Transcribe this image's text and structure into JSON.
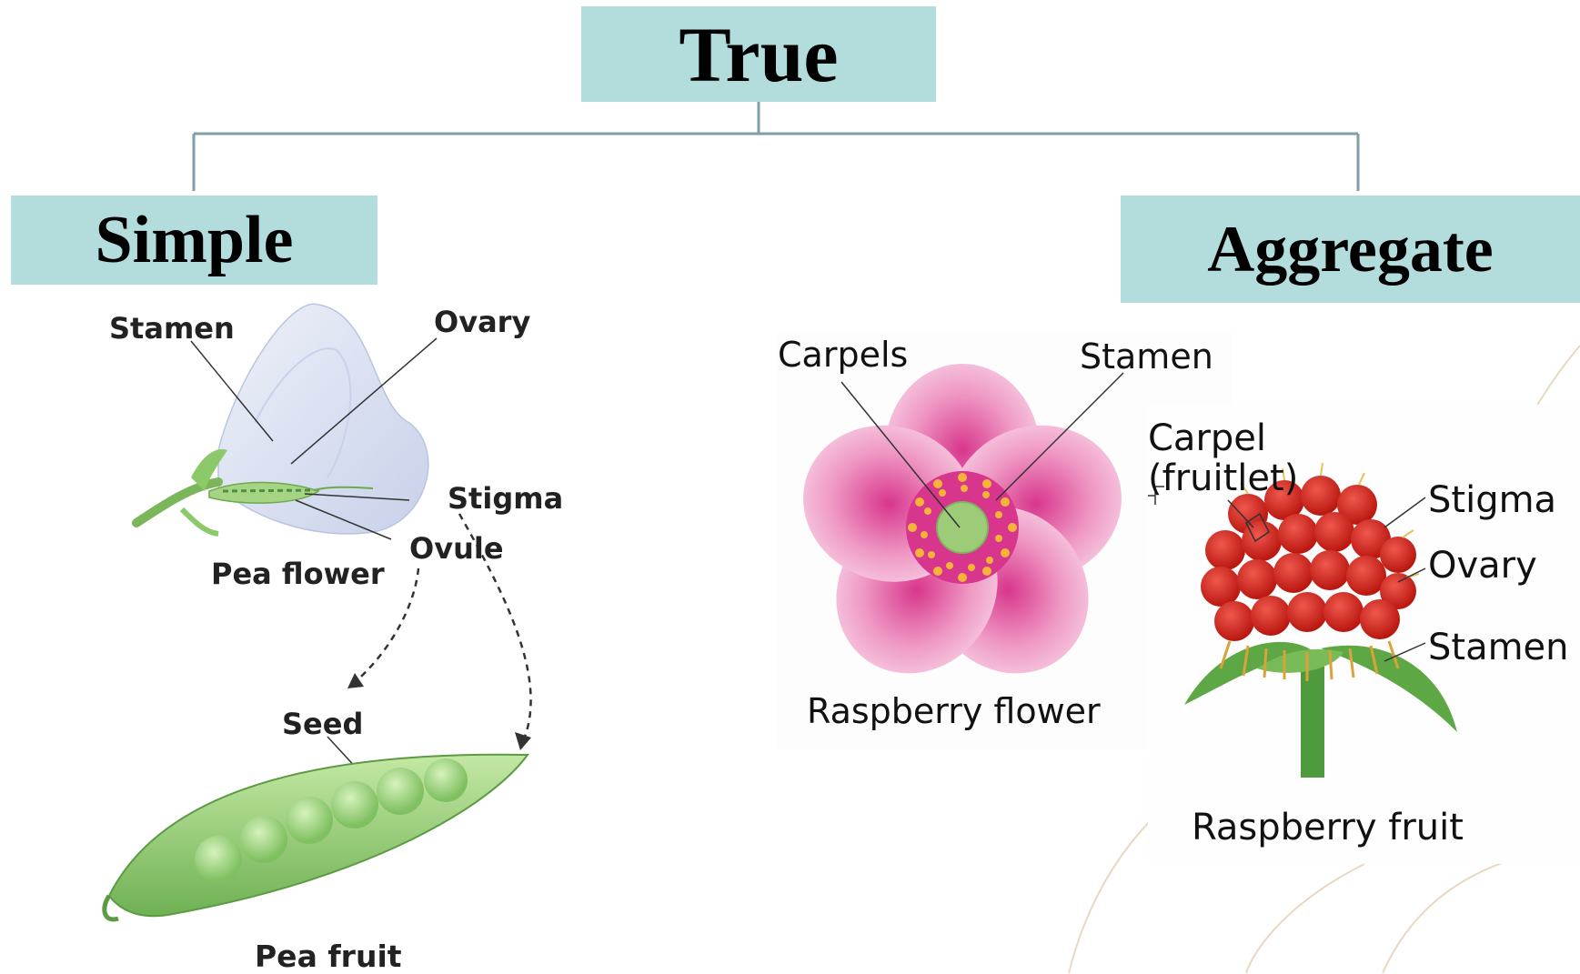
{
  "diagram": {
    "root": {
      "label": "True"
    },
    "branches": [
      {
        "label": "Simple"
      },
      {
        "label": "Aggregate"
      }
    ]
  },
  "simple_panel": {
    "labels": {
      "stamen": "Stamen",
      "ovary": "Ovary",
      "stigma": "Stigma",
      "ovule": "Ovule",
      "pea_flower": "Pea flower",
      "seed": "Seed",
      "pea_fruit": "Pea fruit"
    }
  },
  "aggregate_panel": {
    "flower_labels": {
      "carpels": "Carpels",
      "stamen": "Stamen",
      "raspberry_flower": "Raspberry flower"
    },
    "fruit_labels": {
      "carpel_line1": "Carpel",
      "carpel_line2": "(fruitlet)",
      "stigma": "Stigma",
      "ovary": "Ovary",
      "stamen": "Stamen",
      "raspberry_fruit": "Raspberry fruit"
    }
  },
  "colors": {
    "box_fill": "#b3dddd",
    "connector": "#7f9fa6",
    "pea_green": "#8cc96b",
    "raspberry_pink": "#e889b8",
    "raspberry_red": "#d8241c"
  }
}
